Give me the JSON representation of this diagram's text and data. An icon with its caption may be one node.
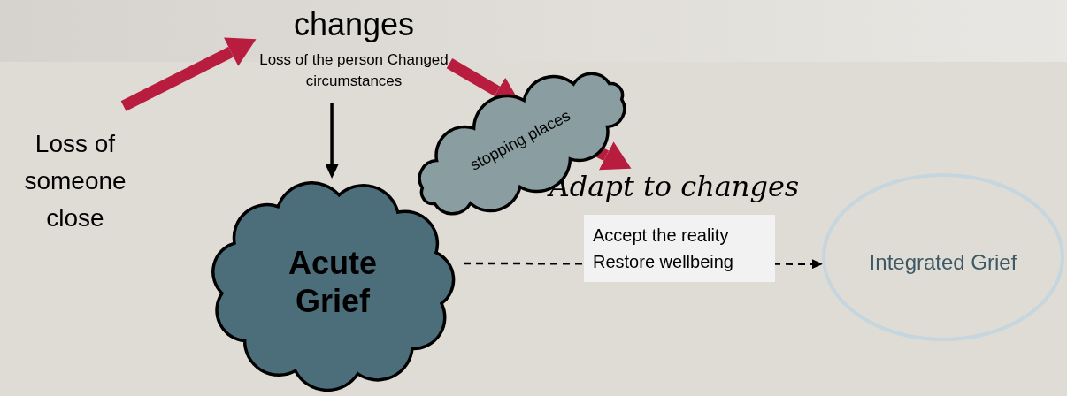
{
  "diagram": {
    "nodes": [
      {
        "text": [
          "Loss of someone close"
        ]
      },
      {
        "text": [
          "changes",
          "Loss of the person Changed circumstances"
        ]
      },
      {
        "text": [
          "stopping places"
        ]
      },
      {
        "text": [
          "Adapt to changes"
        ]
      },
      {
        "text": [
          "Acute Grief"
        ]
      },
      {
        "text": [
          "Integrated Grief"
        ]
      }
    ],
    "edges": [
      {
        "from": 0,
        "to": 1,
        "arrow": "to"
      },
      {
        "from": 1,
        "to": 2,
        "arrow": "to"
      },
      {
        "from": 2,
        "to": 3,
        "arrow": "to"
      },
      {
        "from": 1,
        "to": 4,
        "arrow": "to",
        "color": "#000000"
      },
      {
        "from": 4,
        "to": 5,
        "arrow": "to",
        "style": "dashed",
        "color": "#000000",
        "label": "Accept the reality Restore wellbeing"
      }
    ]
  }
}
